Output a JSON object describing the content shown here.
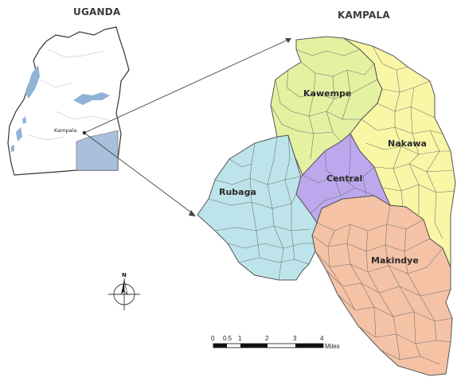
{
  "titles": {
    "country": "UGANDA",
    "city": "KAMPALA"
  },
  "inset": {
    "locator_label": "Kampala"
  },
  "divisions": [
    {
      "name": "Kawempe",
      "color": "#e3f1a1"
    },
    {
      "name": "Nakawa",
      "color": "#f9f6a6"
    },
    {
      "name": "Central",
      "color": "#bda8ee"
    },
    {
      "name": "Rubaga",
      "color": "#bde4ea"
    },
    {
      "name": "Makindye",
      "color": "#f5c2a6"
    }
  ],
  "colors": {
    "water": "#8fb2d6",
    "highlight": "#a9bfdc",
    "boundary": "#5a5a5a"
  },
  "north_arrow": {
    "label": "N"
  },
  "scale_bar": {
    "ticks": [
      "0",
      "0.5",
      "1",
      "2",
      "3",
      "4"
    ],
    "unit": "Miles"
  }
}
